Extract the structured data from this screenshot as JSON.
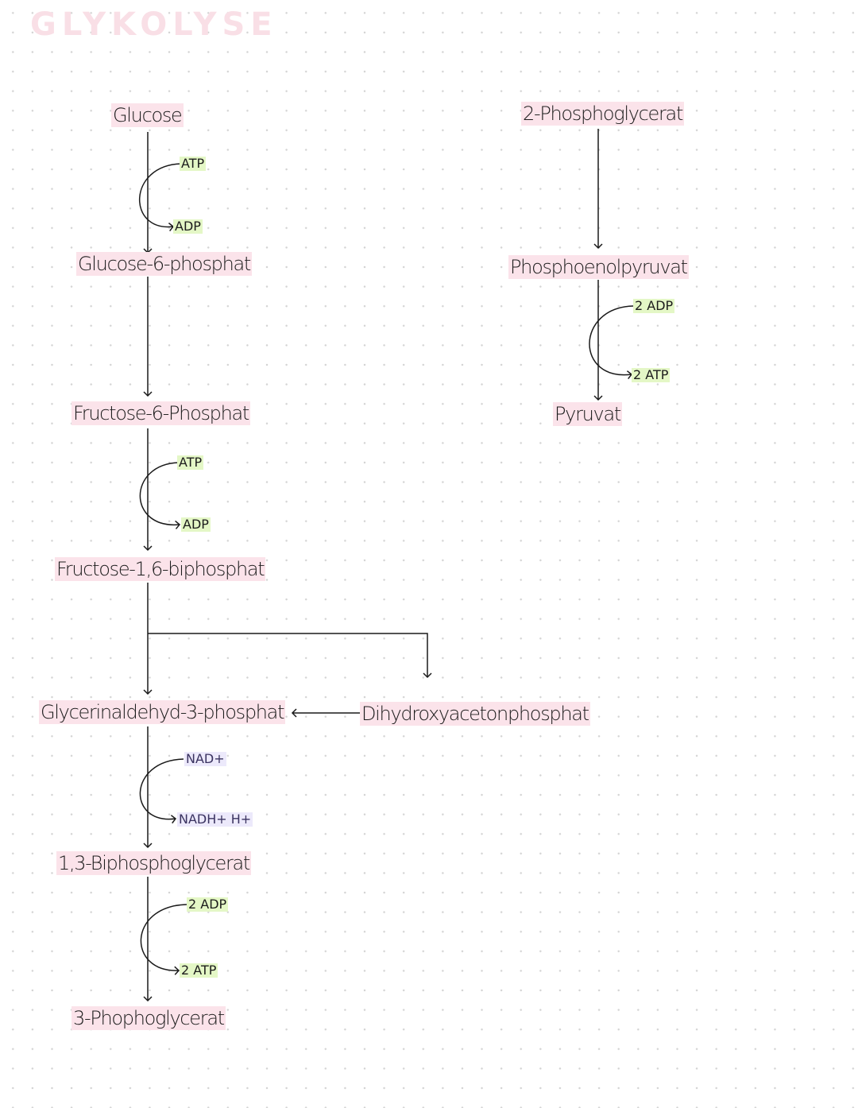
{
  "title": "GLYKOLYSE",
  "nodes": {
    "glucose": "Glucose",
    "g6p": "Glucose-6-phosphat",
    "f6p": "Fructose-6-Phosphat",
    "f16bp": "Fructose-1,6-biphosphat",
    "gap": "Glycerinaldehyd-3-phosphat",
    "dhap": "Dihydroxyacetonphosphat",
    "bpg13": "1,3-Biphosphoglycerat",
    "pg3": "3-Phophoglycerat",
    "pg2": "2-Phosphoglycerat",
    "pep": "Phosphoenolpyruvat",
    "pyruvat": "Pyruvat"
  },
  "cofactors": {
    "step1_in": "ATP",
    "step1_out": "ADP",
    "step3_in": "ATP",
    "step3_out": "ADP",
    "step6_in": "NAD+",
    "step6_out": "NADH+ H+",
    "step7_in": "2 ADP",
    "step7_out": "2 ATP",
    "step10_in": "2 ADP",
    "step10_out": "2 ATP"
  },
  "colors": {
    "title": "#f9dfe6",
    "metabolite_highlight": "#fbe3ea",
    "energy_highlight": "#e4f7c6",
    "redox_highlight": "#ece9fb",
    "line": "#1a1a1a"
  }
}
